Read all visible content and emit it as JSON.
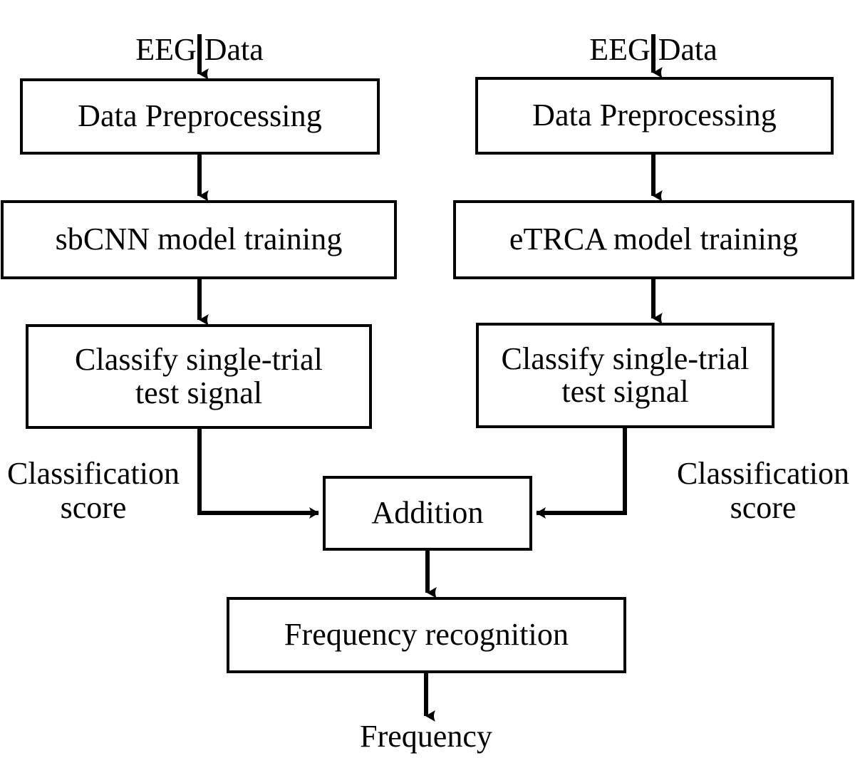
{
  "diagram": {
    "title": "EEG classification fusion flowchart",
    "stroke_color": "#000000",
    "background_color": "#ffffff",
    "labels": {
      "eeg_data_left": "EEG Data",
      "eeg_data_right": "EEG Data",
      "classification_score_left": "Classification\nscore",
      "classification_score_right": "Classification\nscore",
      "frequency_output": "Frequency"
    },
    "nodes": [
      {
        "id": "preprocess-left",
        "label": "Data Preprocessing"
      },
      {
        "id": "sbcnn-training",
        "label": "sbCNN model training"
      },
      {
        "id": "classify-left",
        "label": "Classify single-trial\ntest signal"
      },
      {
        "id": "preprocess-right",
        "label": "Data Preprocessing"
      },
      {
        "id": "etrca-training",
        "label": "eTRCA model training"
      },
      {
        "id": "classify-right",
        "label": "Classify single-trial\ntest signal"
      },
      {
        "id": "addition",
        "label": "Addition"
      },
      {
        "id": "frequency-recognition",
        "label": "Frequency recognition"
      }
    ]
  }
}
